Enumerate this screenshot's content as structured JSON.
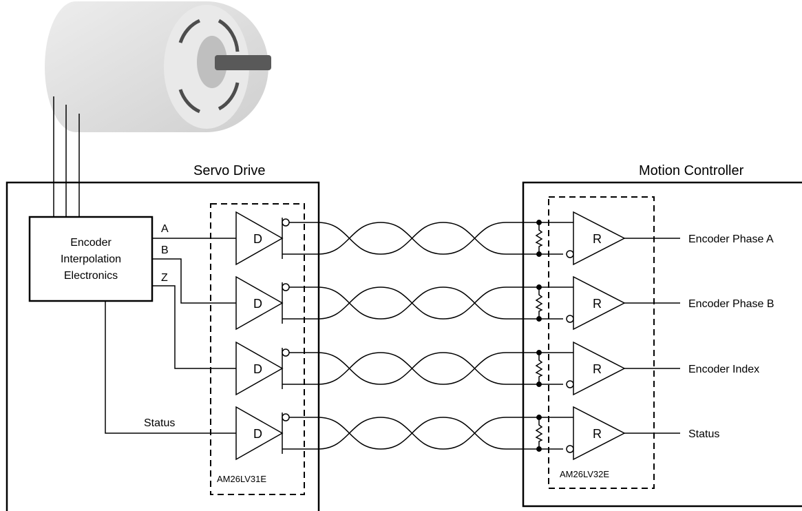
{
  "title_servo": "Servo Drive",
  "title_motion": "Motion Controller",
  "encoder_box": {
    "line1": "Encoder",
    "line2": "Interpolation",
    "line3": "Electronics"
  },
  "signals": {
    "a": "A",
    "b": "B",
    "z": "Z",
    "status": "Status"
  },
  "driver_ic": "AM26LV31E",
  "receiver_ic": "AM26LV32E",
  "driver_symbol": "D",
  "receiver_symbol": "R",
  "outputs": [
    "Encoder Phase A",
    "Encoder Phase B",
    "Encoder Index",
    "Status"
  ],
  "colors": {
    "motor_body": "#d9d9d9",
    "motor_shaft": "#595959",
    "line": "#000000"
  }
}
